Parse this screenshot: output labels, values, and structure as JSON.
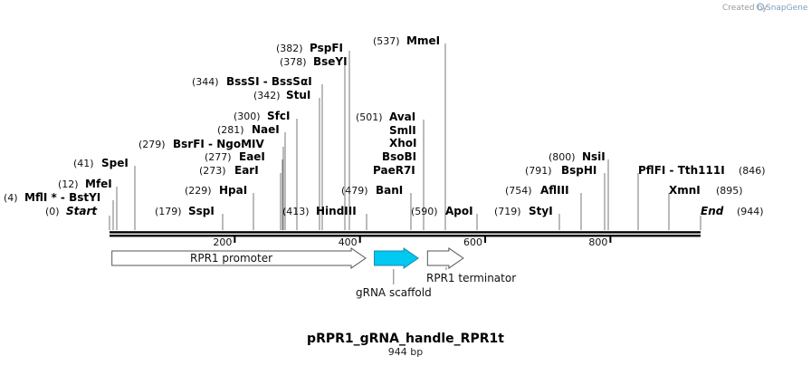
{
  "credit": {
    "text": "Created by",
    "brand": "SnapGene"
  },
  "plasmid": {
    "name": "pRPR1_gRNA_handle_RPR1t",
    "length_label": "944 bp",
    "length": 944
  },
  "ruler": {
    "ticks": [
      200,
      400,
      600,
      800
    ]
  },
  "sites": [
    {
      "pos": "(0)",
      "enzyme": "Start",
      "bp": 0,
      "italic": true
    },
    {
      "pos": "(4)",
      "enzyme": "MflI * - BstYI",
      "bp": 4
    },
    {
      "pos": "(12)",
      "enzyme": "MfeI",
      "bp": 12
    },
    {
      "pos": "(41)",
      "enzyme": "SpeI",
      "bp": 41
    },
    {
      "pos": "(179)",
      "enzyme": "SspI",
      "bp": 179
    },
    {
      "pos": "(229)",
      "enzyme": "HpaI",
      "bp": 229
    },
    {
      "pos": "(273)",
      "enzyme": "EarI",
      "bp": 273
    },
    {
      "pos": "(277)",
      "enzyme": "EaeI",
      "bp": 277
    },
    {
      "pos": "(279)",
      "enzyme": "BsrFI  - NgoMIV",
      "bp": 279
    },
    {
      "pos": "(281)",
      "enzyme": "NaeI",
      "bp": 281
    },
    {
      "pos": "(300)",
      "enzyme": "SfcI",
      "bp": 300
    },
    {
      "pos": "(342)",
      "enzyme": "StuI",
      "bp": 342
    },
    {
      "pos": "(344)",
      "enzyme": "BssSI  - BssSαI",
      "bp": 344
    },
    {
      "pos": "(378)",
      "enzyme": "BseYI",
      "bp": 378
    },
    {
      "pos": "(382)",
      "enzyme": "PspFI",
      "bp": 382
    },
    {
      "pos": "(413)",
      "enzyme": "HindIII",
      "bp": 413
    },
    {
      "pos": "(479)",
      "enzyme": "BanI",
      "bp": 479
    },
    {
      "pos": "(501)",
      "enzyme": "AvaI",
      "bp": 501
    },
    {
      "pos": "",
      "enzyme": "SmlI",
      "bp": 501
    },
    {
      "pos": "",
      "enzyme": "XhoI",
      "bp": 501
    },
    {
      "pos": "",
      "enzyme": "BsoBI",
      "bp": 501
    },
    {
      "pos": "",
      "enzyme": "PaeR7I",
      "bp": 501
    },
    {
      "pos": "(537)",
      "enzyme": "MmeI",
      "bp": 537
    },
    {
      "pos": "(590)",
      "enzyme": "ApoI",
      "bp": 590
    },
    {
      "pos": "(719)",
      "enzyme": "StyI",
      "bp": 719
    },
    {
      "pos": "(754)",
      "enzyme": "AflIII",
      "bp": 754
    },
    {
      "pos": "(791)",
      "enzyme": "BspHI",
      "bp": 791
    },
    {
      "pos": "(800)",
      "enzyme": "NsiI",
      "bp": 800
    },
    {
      "pos": "",
      "enzyme": "PflFI  - Tth111I",
      "bp": 846
    },
    {
      "pos": "(846)",
      "enzyme": "",
      "bp": 846
    },
    {
      "pos": "(895)",
      "enzyme": "XmnI",
      "bp": 895
    },
    {
      "pos": "(944)",
      "enzyme": "End",
      "bp": 944,
      "italic": true
    }
  ],
  "features": [
    {
      "name": "RPR1 promoter",
      "start": 1,
      "end": 412,
      "color": "#ffffff"
    },
    {
      "name": "gRNA scaffold",
      "start": 420,
      "end": 496,
      "color": "#00c8f0"
    },
    {
      "name": "RPR1 terminator",
      "start": 505,
      "end": 568,
      "color": "#ffffff"
    }
  ]
}
